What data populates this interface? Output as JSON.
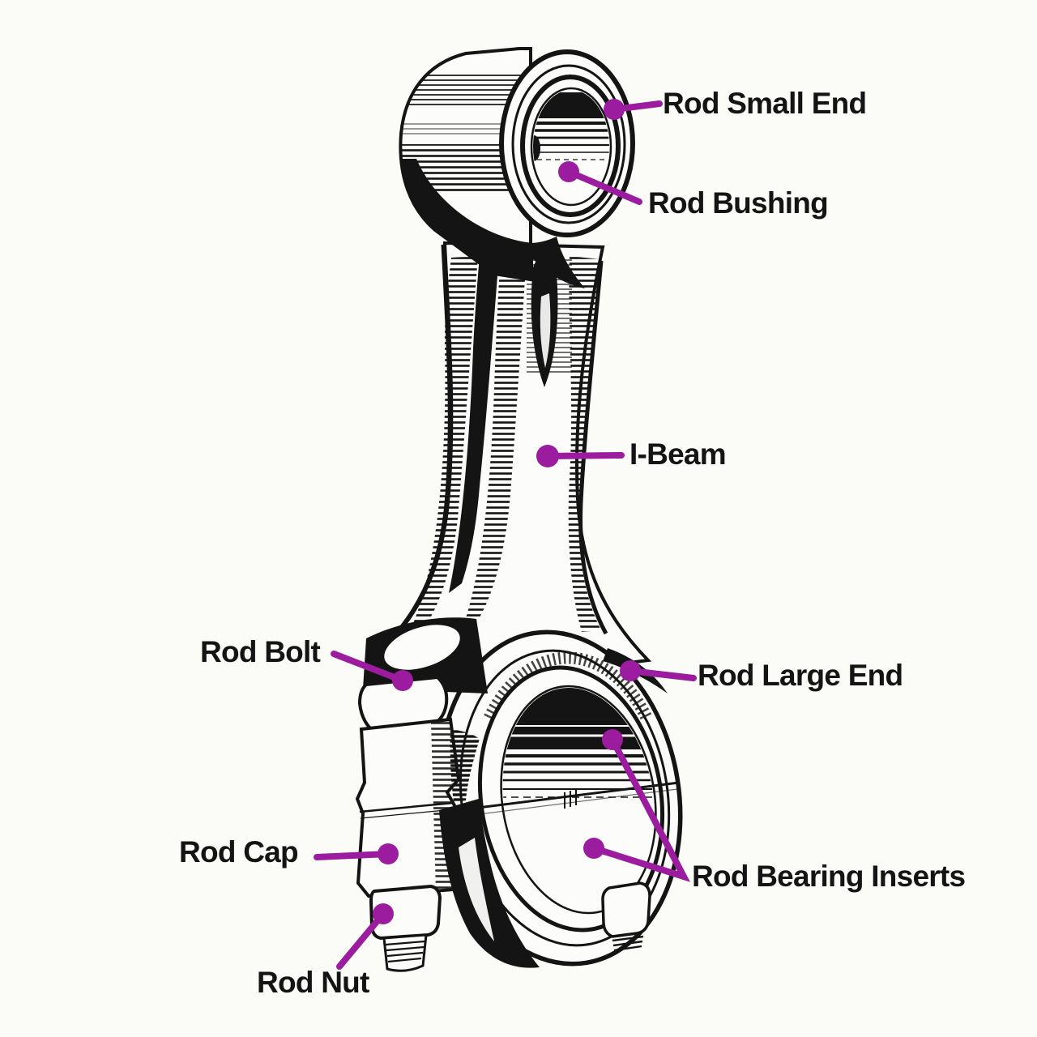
{
  "diagram": {
    "type": "labeled-technical-illustration",
    "subject": "connecting-rod",
    "colors": {
      "accent": "#9b1c9e",
      "ink": "#141414",
      "paper": "#fbfbf8"
    },
    "labels": [
      {
        "id": "rod-small-end",
        "text": "Rod Small End"
      },
      {
        "id": "rod-bushing",
        "text": "Rod Bushing"
      },
      {
        "id": "i-beam",
        "text": "I-Beam"
      },
      {
        "id": "rod-bolt",
        "text": "Rod Bolt"
      },
      {
        "id": "rod-large-end",
        "text": "Rod Large End"
      },
      {
        "id": "rod-cap",
        "text": "Rod Cap"
      },
      {
        "id": "rod-bearing-inserts",
        "text": "Rod Bearing Inserts"
      },
      {
        "id": "rod-nut",
        "text": "Rod Nut"
      }
    ]
  }
}
